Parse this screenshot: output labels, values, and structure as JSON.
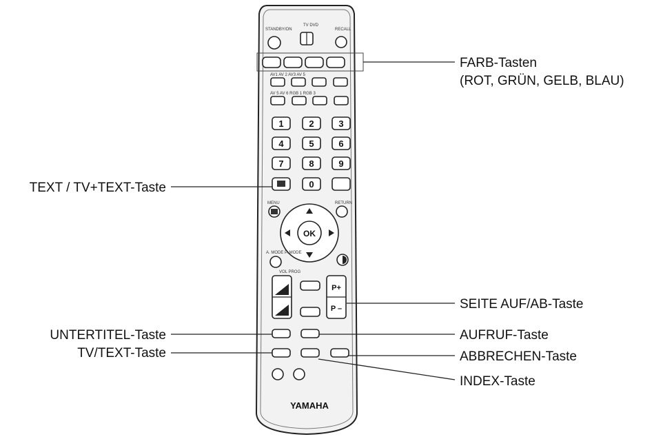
{
  "callouts": {
    "farb_line1": "FARB-Tasten",
    "farb_line2": "(ROT, GRÜN, GELB, BLAU)",
    "text_tv": "TEXT / TV+TEXT-Taste",
    "seite": "SEITE AUF/AB-Taste",
    "untertitel": "UNTERTITEL-Taste",
    "aufruf": "AUFRUF-Taste",
    "tvtext": "TV/TEXT-Taste",
    "abbrechen": "ABBRECHEN-Taste",
    "index": "INDEX-Taste"
  },
  "remote": {
    "brand": "YAMAHA",
    "standby_label": "STANDBY/ON",
    "tvdvd_label": "TV   DVD",
    "recall_label": "RECALL",
    "menu_label": "MENU",
    "return_label": "RETURN",
    "mode_label": "A. MODE  P. MODE",
    "volprog_label": "VOL  PROG",
    "ok_label": "OK",
    "p_plus": "P+",
    "p_minus": "P –",
    "row2_label": "AV1   AV 2  AV3  AV 5",
    "row3_label": "AV 5        AV 6 RGB 1  RGB 3",
    "digits": [
      "1",
      "2",
      "3",
      "4",
      "5",
      "6",
      "7",
      "8",
      "9"
    ],
    "zero": "0"
  }
}
